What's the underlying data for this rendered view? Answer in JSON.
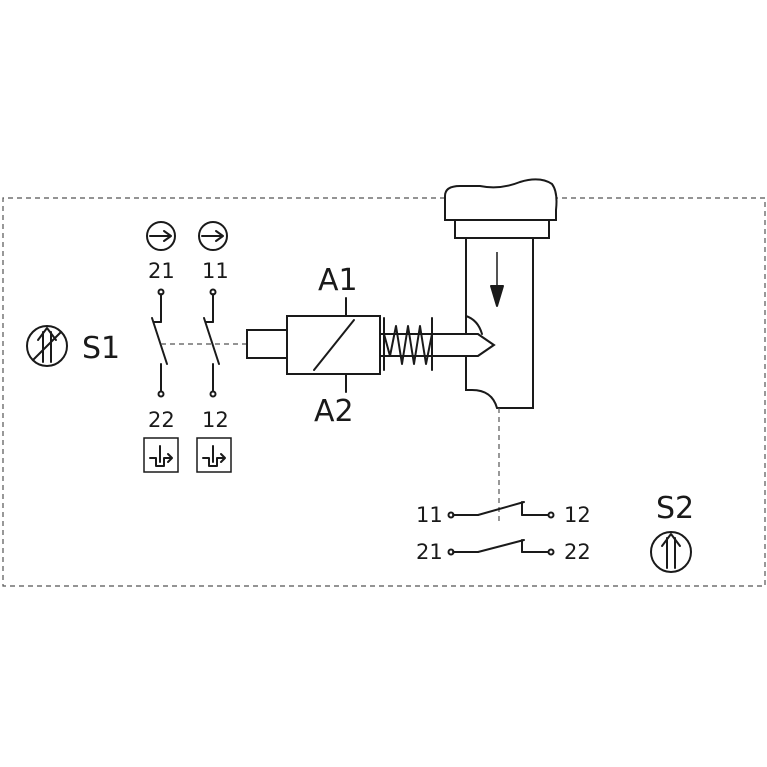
{
  "labels": {
    "s1": "S1",
    "s2": "S2",
    "a1": "A1",
    "a2": "A2"
  },
  "s1_contacts": [
    {
      "top": "21",
      "bottom": "22"
    },
    {
      "top": "11",
      "bottom": "12"
    }
  ],
  "s2_contacts": [
    {
      "left": "11",
      "right": "12"
    },
    {
      "left": "21",
      "right": "22"
    }
  ],
  "icons": {
    "s1_symbol": "crossed-double-arrow-up-circle-icon",
    "s2_symbol": "double-arrow-up-circle-icon",
    "contact_top": "right-arrow-circle-icon",
    "contact_bottom": "push-release-square-icon"
  },
  "colors": {
    "line": "#1a1a1a",
    "dashed": "#555555",
    "background": "#ffffff"
  }
}
